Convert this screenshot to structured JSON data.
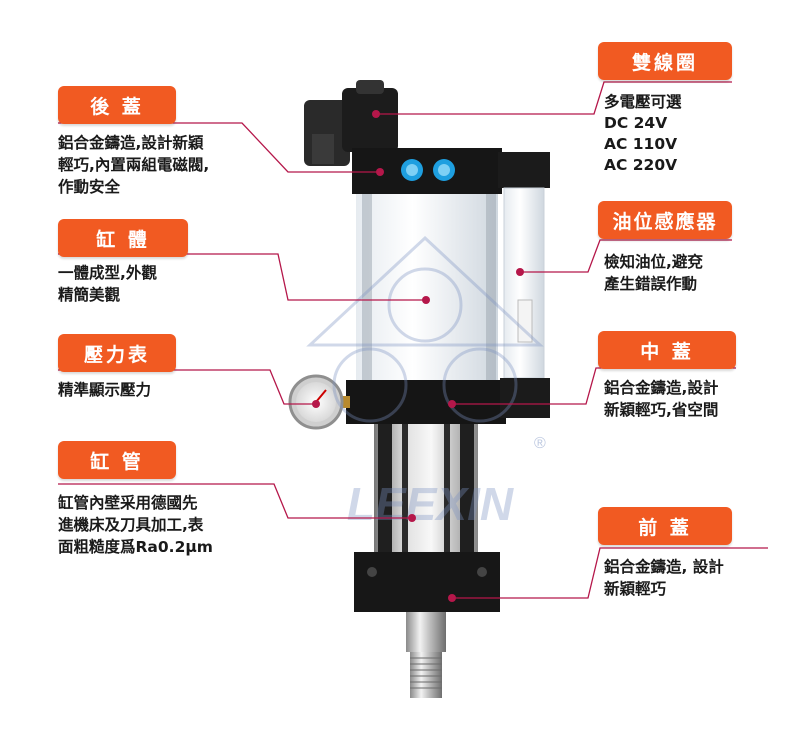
{
  "labels": {
    "rear_cover": {
      "title": "後 蓋",
      "desc": "鋁合金鑄造,設計新穎\n輕巧,內置兩組電磁閥,\n作動安全"
    },
    "cylinder_body": {
      "title": "缸 體",
      "desc": "一體成型,外觀\n精簡美觀"
    },
    "pressure_gauge": {
      "title": "壓力表",
      "desc": "精準顯示壓力"
    },
    "cylinder_tube": {
      "title": "缸 管",
      "desc": "缸管內壁采用德國先\n進機床及刀具加工,表\n面粗糙度爲Ra0.2μm"
    },
    "double_coil": {
      "title": "雙線圈",
      "desc": "多電壓可選\nDC 24V\nAC 110V\nAC 220V"
    },
    "oil_sensor": {
      "title": "油位感應器",
      "desc": "檢知油位,避兗\n產生錯誤作動"
    },
    "middle_cover": {
      "title": "中 蓋",
      "desc": "鋁合金鑄造,設計\n新穎輕巧,省空間"
    },
    "front_cover": {
      "title": "前 蓋",
      "desc": "鋁合金鑄造, 設計\n新穎輕巧"
    }
  },
  "watermark": {
    "brand": "LEEXIN",
    "mark": "®"
  },
  "colors": {
    "accent": "#f15a22",
    "leader_line": "#b5174a",
    "watermark": "#7c92c2"
  }
}
